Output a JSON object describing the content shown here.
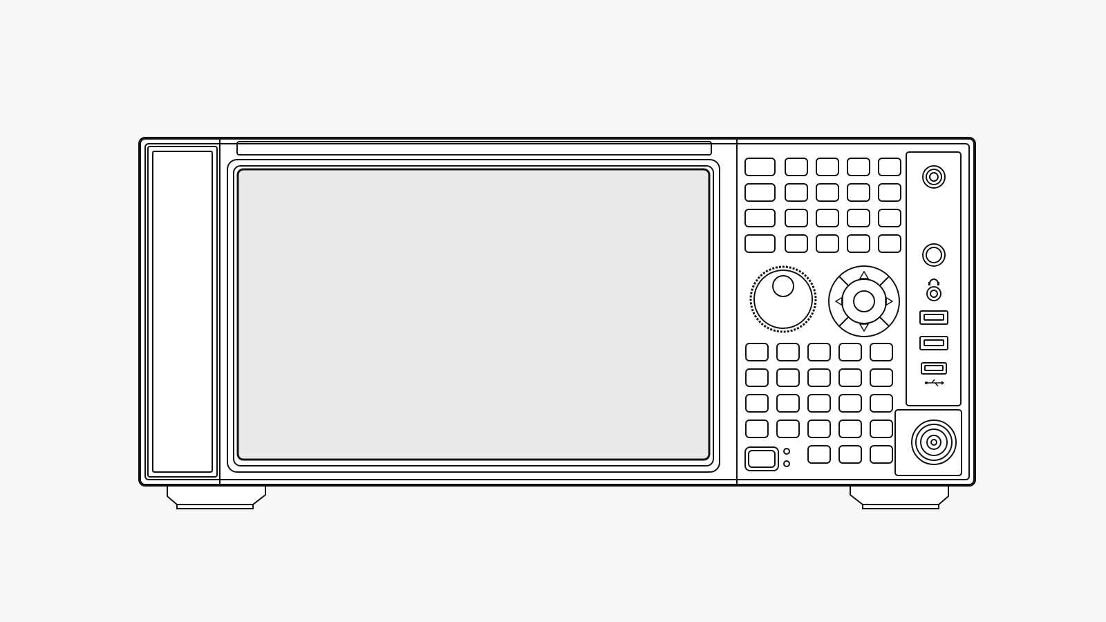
{
  "device": {
    "type": "signal-analyzer-front-panel",
    "colors": {
      "background": "#f7f7f7",
      "outline": "#111111",
      "body": "#ffffff",
      "screen": "#e9e9e9"
    },
    "screen": {
      "state": "blank"
    },
    "keypad": {
      "upper_rows": 4,
      "upper_cols": 5,
      "lower_rows": 4,
      "lower_cols": 5,
      "bottom_row_keys": 3
    },
    "controls": {
      "knob": "rotary-knob-icon",
      "nav_pad": [
        "up-arrow-icon",
        "left-arrow-icon",
        "right-arrow-icon",
        "down-arrow-icon",
        "select-center-icon"
      ],
      "ports": [
        "coax-connector-icon",
        "coax-connector-icon",
        "headphone-icon",
        "usb-port-icon",
        "usb-port-icon",
        "usb-port-icon",
        "usb-icon",
        "rf-input-connector-icon"
      ]
    }
  }
}
